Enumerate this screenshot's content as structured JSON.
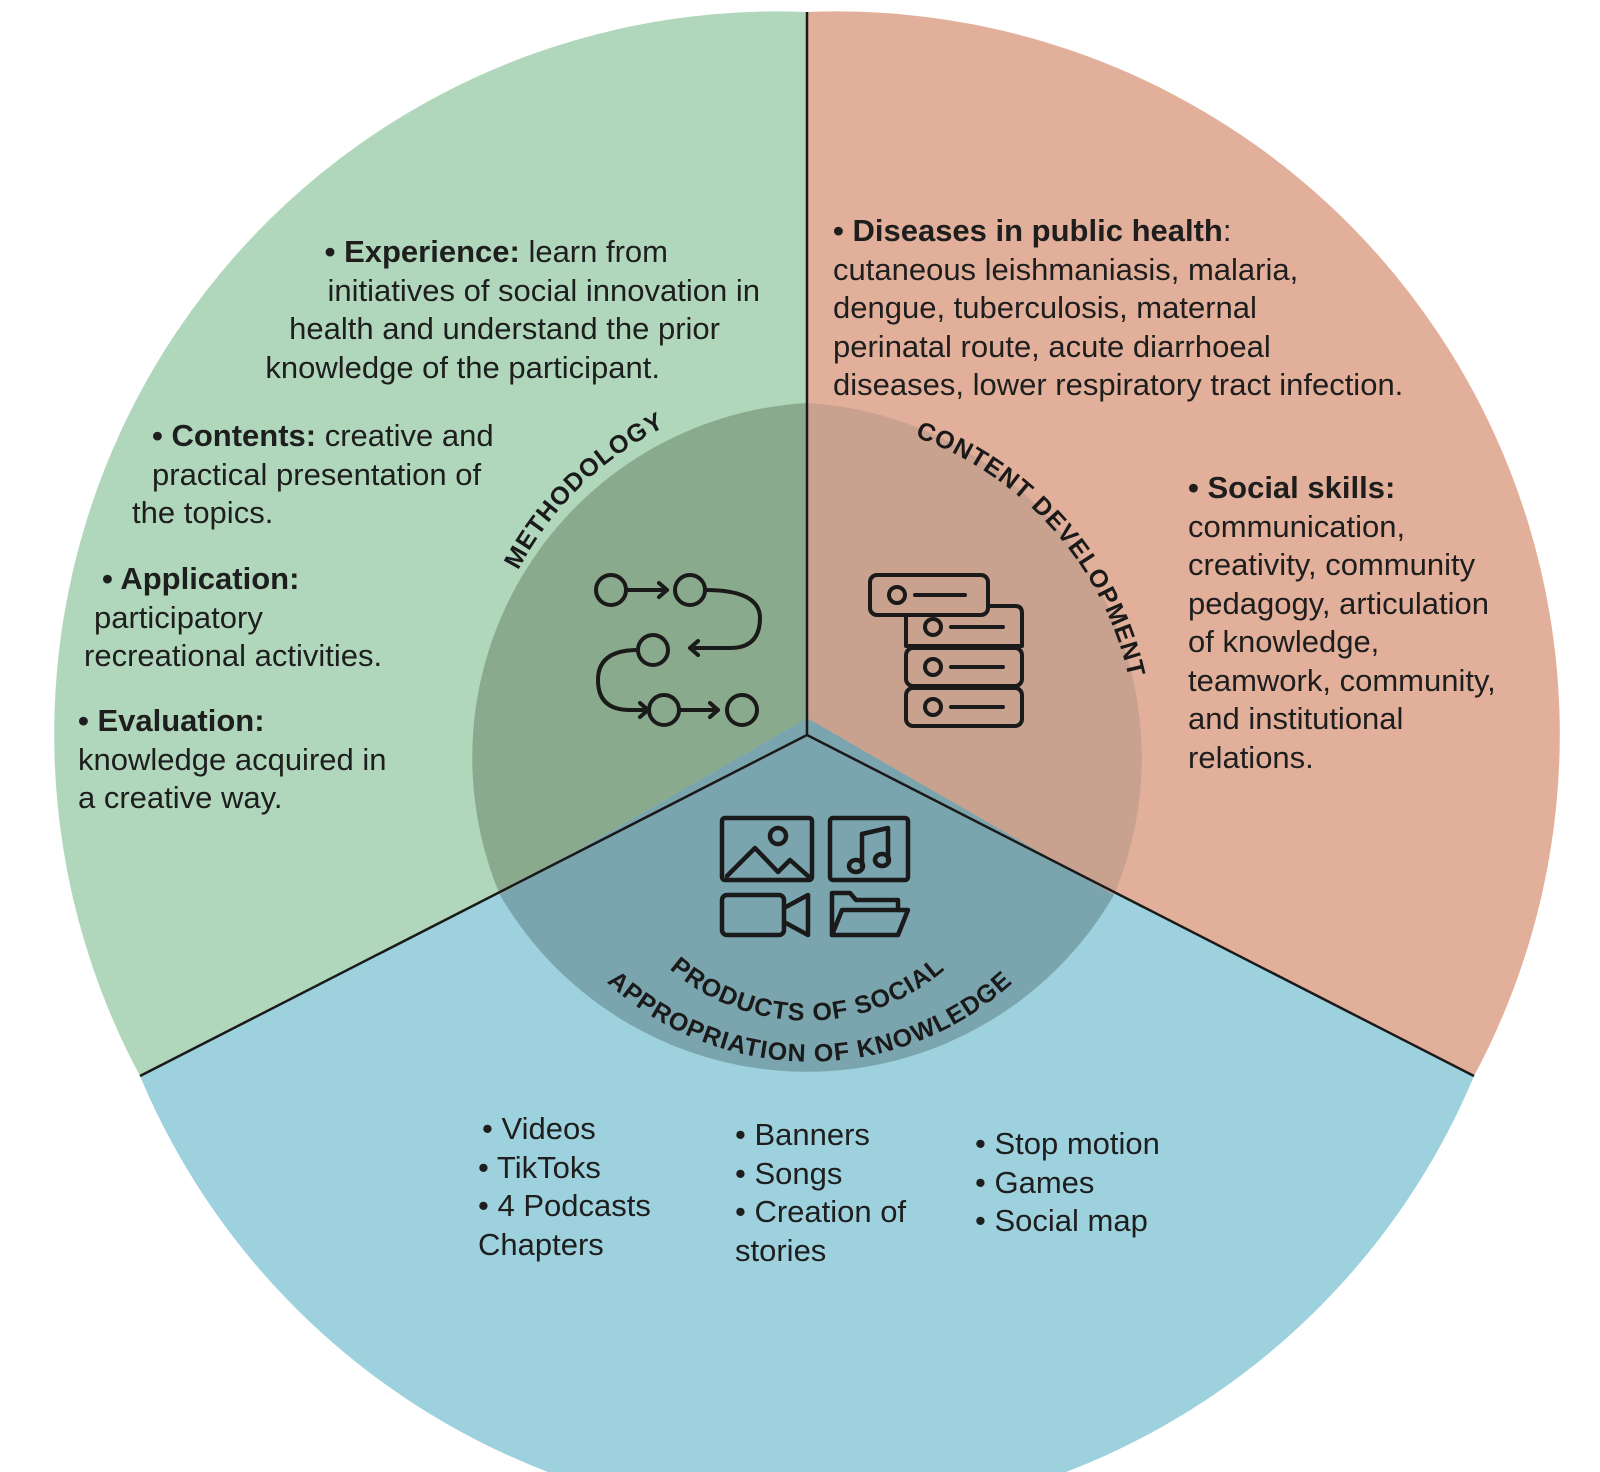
{
  "colors": {
    "methodology": "#b0d7bb",
    "content_development": "#e2b09a",
    "products": "#9dd1dd",
    "methodology_inner": "#8aaa8d",
    "content_inner": "#c9a18f",
    "products_inner": "#7ba5ae",
    "divider": "#1a1a1a"
  },
  "labels": {
    "methodology": "METHODOLOGY",
    "content_development": "CONTENT DEVELOPMENT",
    "products_line1": "PRODUCTS OF SOCIAL",
    "products_line2": "APPROPRIATION OF KNOWLEDGE"
  },
  "icons": {
    "methodology": "workflow-path-icon",
    "content_development": "server-stack-icon",
    "products": "media-grid-icon"
  },
  "methodology": {
    "experience": {
      "term": "• Experience:",
      "line1": " learn from",
      "line2": "initiatives of social innovation in",
      "line3": "health and understand the prior",
      "line4": "knowledge of the participant."
    },
    "contents": {
      "term": "• Contents:",
      "line1": " creative and",
      "line2": "practical presentation of",
      "line3": "the topics."
    },
    "application": {
      "term": "• Application:",
      "line2": "participatory",
      "line3": "recreational activities."
    },
    "evaluation": {
      "term": "• Evaluation:",
      "line2": "knowledge acquired in",
      "line3": "a creative way."
    }
  },
  "content_development": {
    "diseases": {
      "term": "• Diseases in public health",
      "colon": ":",
      "line2": "cutaneous leishmaniasis, malaria,",
      "line3": "dengue, tuberculosis, maternal",
      "line4": "perinatal route, acute diarrhoeal",
      "line5": "diseases, lower respiratory tract infection."
    },
    "social_skills": {
      "term": "• Social skills:",
      "line2": "communication,",
      "line3": "creativity, community",
      "line4": "pedagogy, articulation",
      "line5": "of knowledge,",
      "line6": "teamwork, community,",
      "line7": "and institutional",
      "line8": "relations."
    }
  },
  "products": {
    "col1": [
      "• Videos",
      "• TikToks",
      "• 4 Podcasts",
      "Chapters"
    ],
    "col2": [
      "• Banners",
      "• Songs",
      "• Creation of",
      "stories"
    ],
    "col3": [
      "• Stop motion",
      "• Games",
      "• Social map"
    ]
  }
}
